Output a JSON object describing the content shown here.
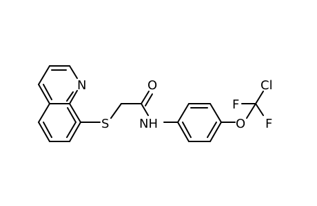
{
  "molecule": {
    "atom_labels": {
      "n_ring": "N",
      "s": "S",
      "o_carbonyl": "O",
      "nh": "NH",
      "o_ether": "O",
      "cl": "Cl",
      "f_left": "F",
      "f_right": "F"
    }
  },
  "colors": {
    "bond": "#000000",
    "label": "#000000",
    "background": "#ffffff"
  }
}
